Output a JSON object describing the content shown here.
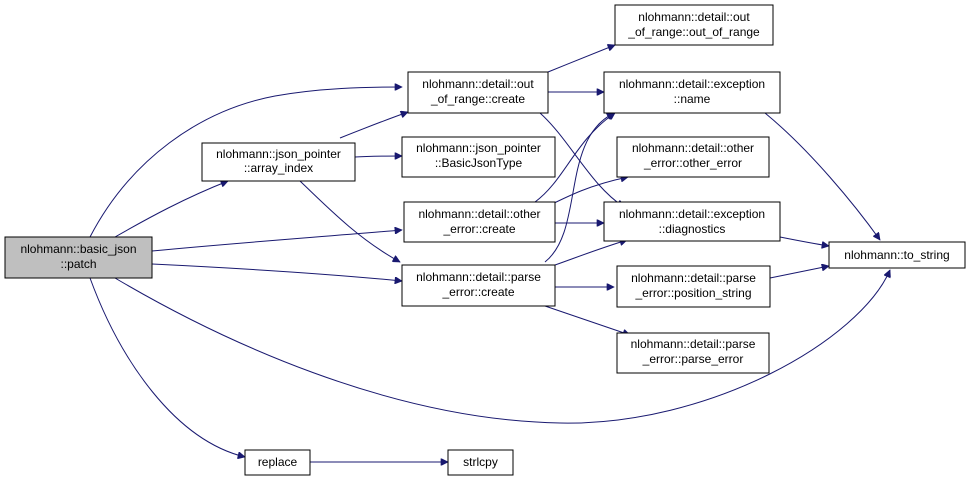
{
  "graph": {
    "colors": {
      "edge": "#191970",
      "node_fill": "#ffffff",
      "root_fill": "#bfbfbf",
      "border": "#000000"
    },
    "nodes": [
      {
        "id": "patch",
        "lines": [
          "nlohmann::basic_json",
          "::patch"
        ],
        "root": true
      },
      {
        "id": "array_index",
        "lines": [
          "nlohmann::json_pointer",
          "::array_index"
        ]
      },
      {
        "id": "replace",
        "lines": [
          "replace"
        ]
      },
      {
        "id": "oor_create",
        "lines": [
          "nlohmann::detail::out",
          "_of_range::create"
        ]
      },
      {
        "id": "basicjsontype",
        "lines": [
          "nlohmann::json_pointer",
          "::BasicJsonType"
        ]
      },
      {
        "id": "other_create",
        "lines": [
          "nlohmann::detail::other",
          "_error::create"
        ]
      },
      {
        "id": "parse_create",
        "lines": [
          "nlohmann::detail::parse",
          "_error::create"
        ]
      },
      {
        "id": "strlcpy",
        "lines": [
          "strlcpy"
        ]
      },
      {
        "id": "oor_ctor",
        "lines": [
          "nlohmann::detail::out",
          "_of_range::out_of_range"
        ]
      },
      {
        "id": "exc_name",
        "lines": [
          "nlohmann::detail::exception",
          "::name"
        ]
      },
      {
        "id": "other_ctor",
        "lines": [
          "nlohmann::detail::other",
          "_error::other_error"
        ]
      },
      {
        "id": "exc_diag",
        "lines": [
          "nlohmann::detail::exception",
          "::diagnostics"
        ]
      },
      {
        "id": "pos_string",
        "lines": [
          "nlohmann::detail::parse",
          "_error::position_string"
        ]
      },
      {
        "id": "parse_ctor",
        "lines": [
          "nlohmann::detail::parse",
          "_error::parse_error"
        ]
      },
      {
        "id": "to_string",
        "lines": [
          "nlohmann::to_string"
        ]
      }
    ]
  }
}
